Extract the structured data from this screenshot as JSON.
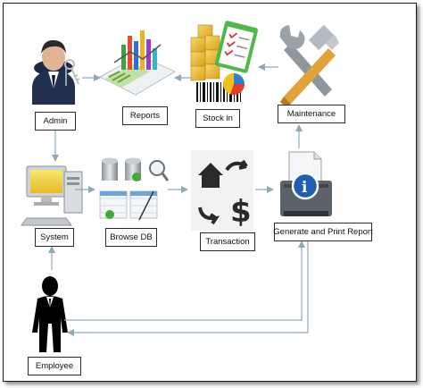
{
  "nodes": {
    "admin": {
      "label": "Admin"
    },
    "reports": {
      "label": "Reports"
    },
    "stock_in": {
      "label": "Stock in"
    },
    "maintenance": {
      "label": "Maintenance"
    },
    "system": {
      "label": "System"
    },
    "browse_db": {
      "label": "Browse DB"
    },
    "transaction": {
      "label": "Transaction"
    },
    "generate_report": {
      "label": "Generate and Print Report"
    },
    "employee": {
      "label": "Employee"
    }
  },
  "edges": [
    {
      "from": "admin",
      "to": "reports"
    },
    {
      "from": "stock_in",
      "to": "reports"
    },
    {
      "from": "maintenance",
      "to": "stock_in"
    },
    {
      "from": "admin",
      "to": "system"
    },
    {
      "from": "system",
      "to": "browse_db"
    },
    {
      "from": "browse_db",
      "to": "transaction"
    },
    {
      "from": "transaction",
      "to": "generate_report"
    },
    {
      "from": "generate_report",
      "to": "maintenance"
    },
    {
      "from": "employee",
      "to": "system"
    },
    {
      "from": "employee",
      "to": "generate_report"
    },
    {
      "from": "generate_report",
      "to": "employee"
    }
  ],
  "colors": {
    "arrow": "#8ea9b8",
    "border": "#1a1a1a"
  },
  "icons": [
    "admin-person-icon",
    "reports-chart-icon",
    "stock-boxes-icon",
    "maintenance-tools-icon",
    "computer-icon",
    "database-icon",
    "transaction-icon",
    "printer-info-icon",
    "employee-silhouette-icon"
  ]
}
